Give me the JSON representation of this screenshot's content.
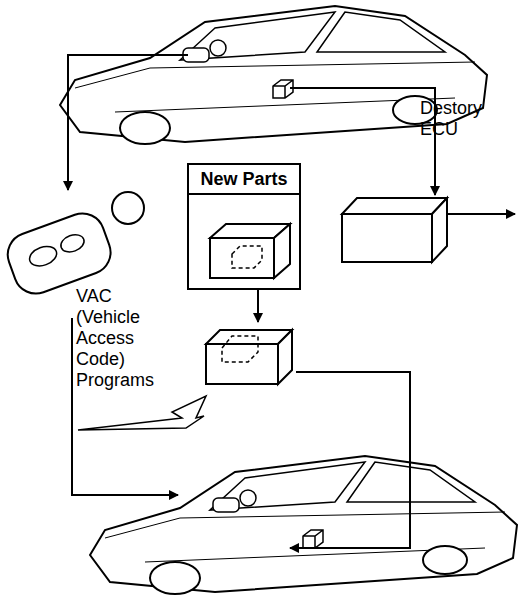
{
  "diagram": {
    "nodes": [
      {
        "text": [
          "New Parts"
        ]
      }
    ],
    "labels": [
      "Destory ECU",
      "VAC (Vehicle Access Code) Programs"
    ]
  }
}
